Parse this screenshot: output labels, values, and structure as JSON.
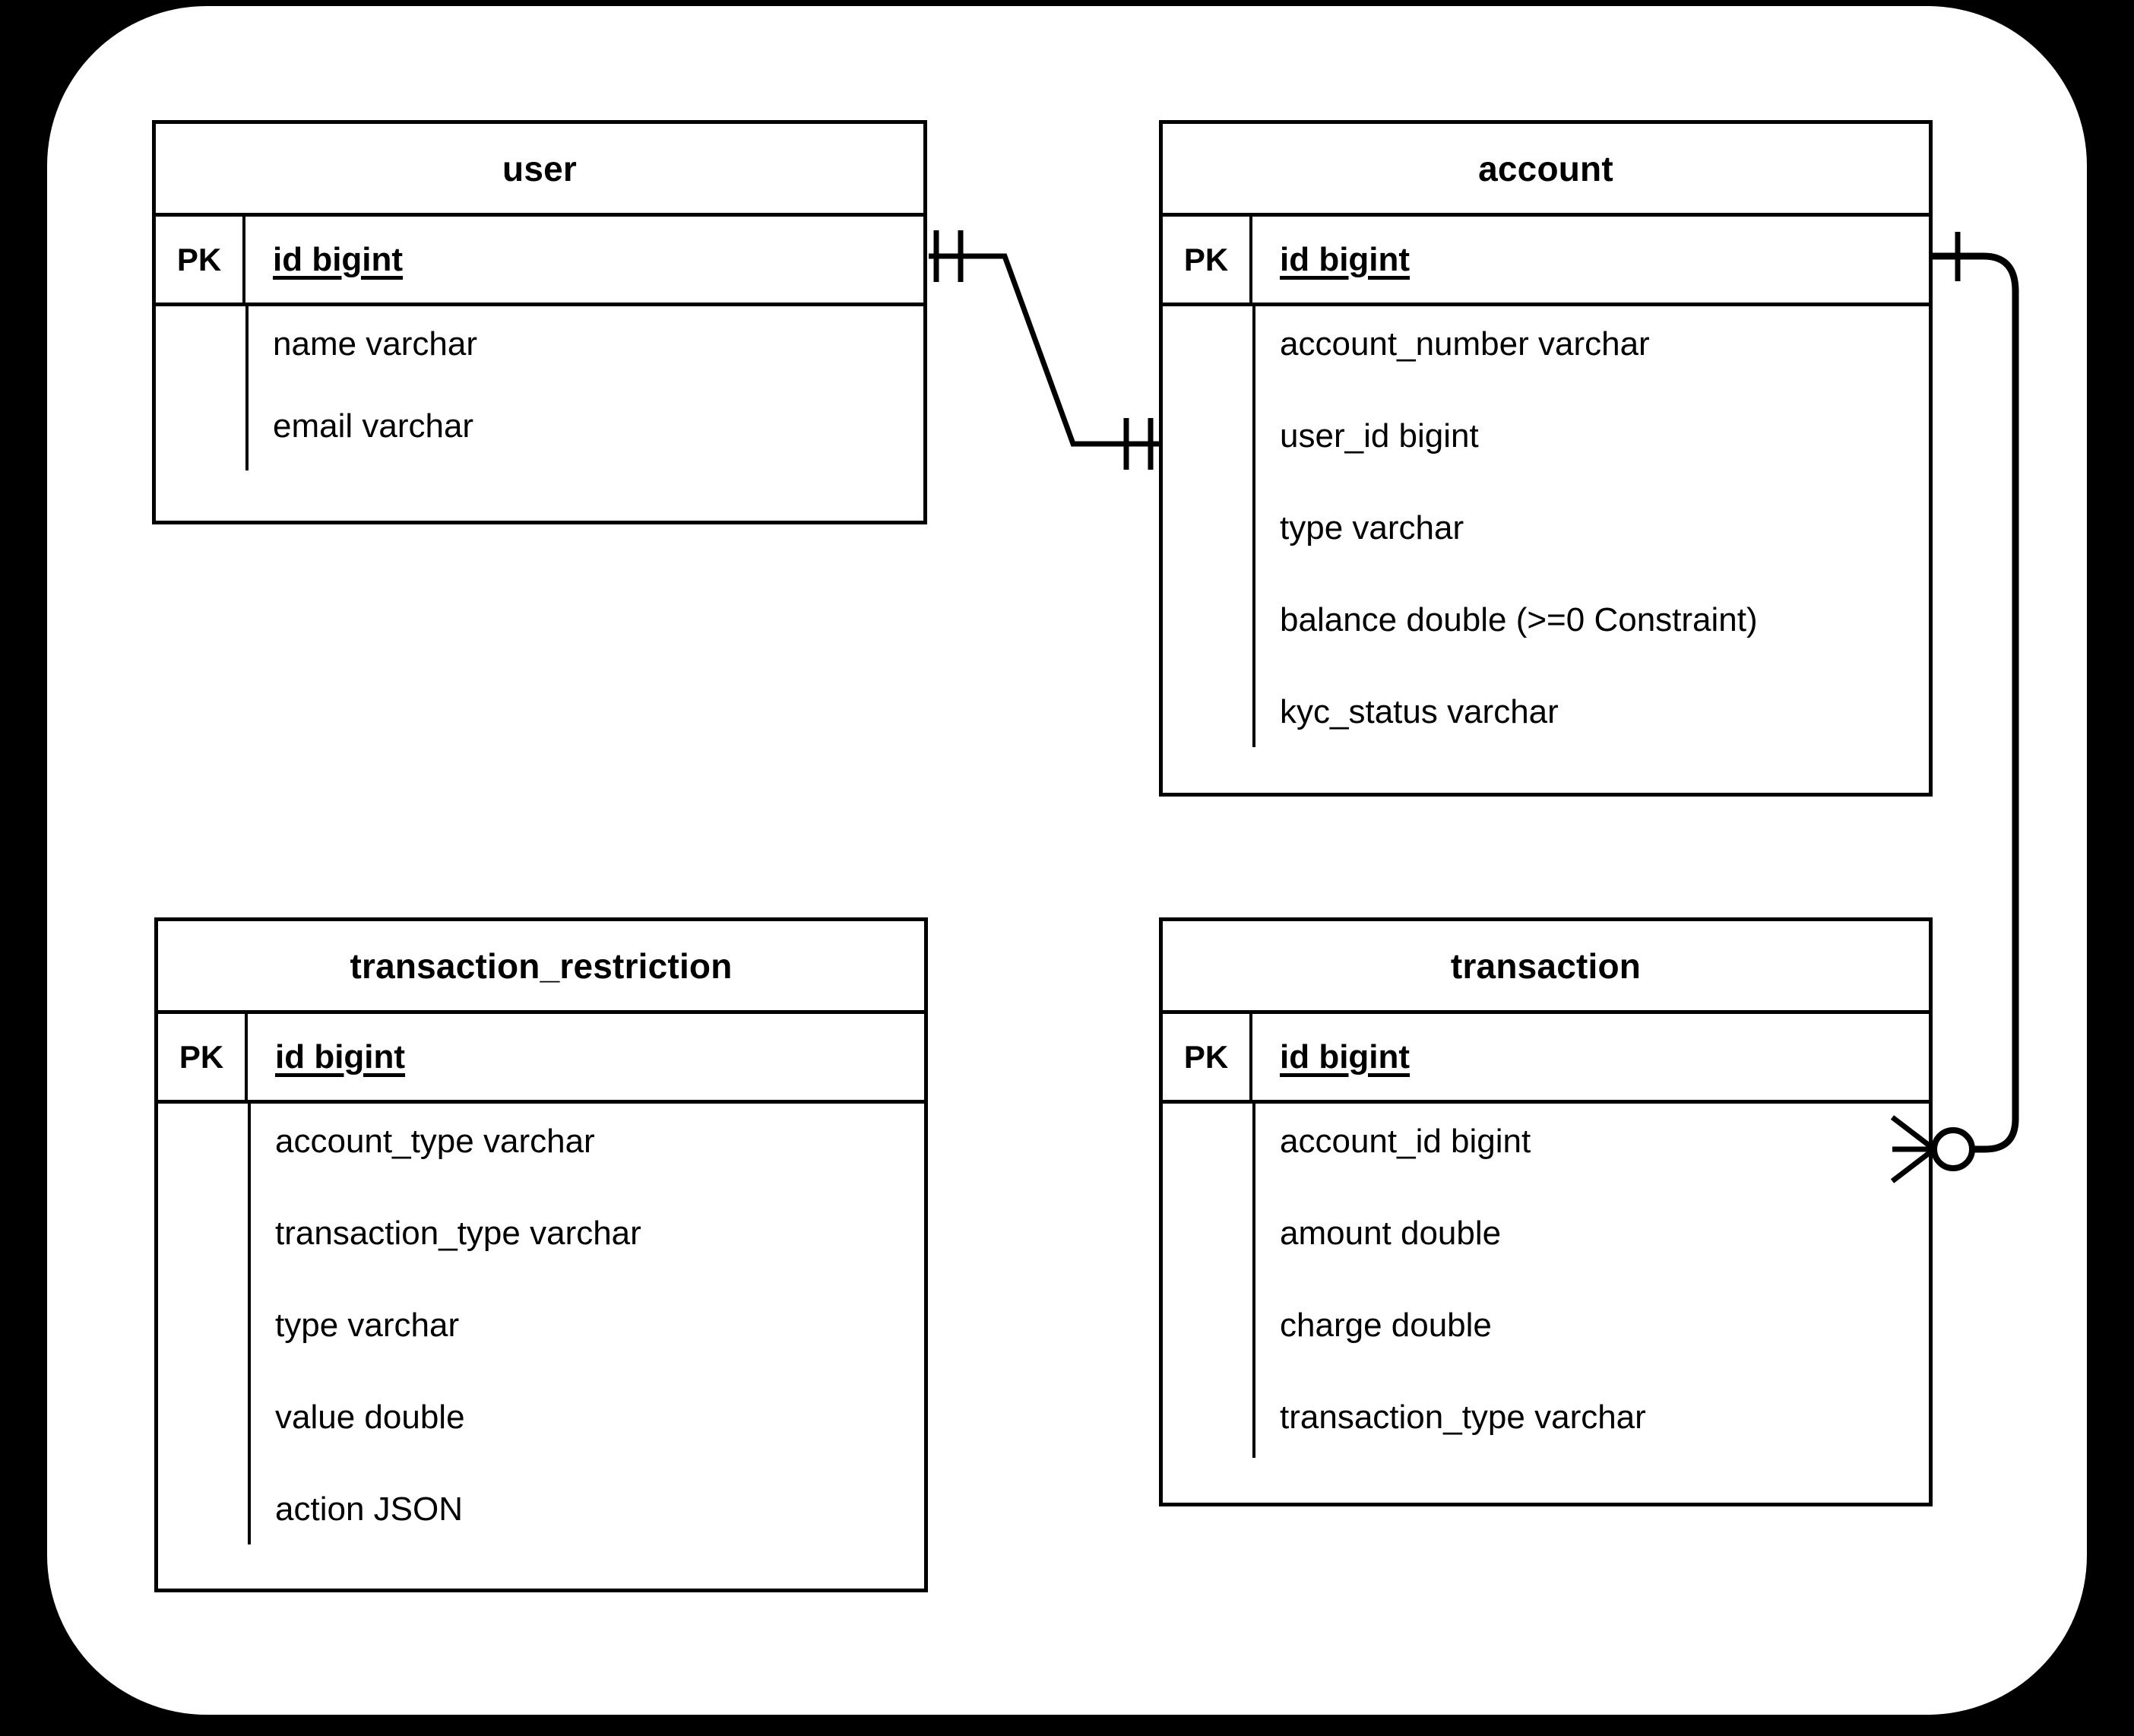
{
  "diagram": {
    "type": "entity-relationship-diagram",
    "notation": "crow's foot",
    "background_color": "#000000",
    "panel_color": "#ffffff",
    "line_color": "#000000"
  },
  "entities": [
    {
      "name": "user",
      "pk_label": "PK",
      "pk_field": "id bigint",
      "attributes": [
        "name varchar",
        "email varchar"
      ]
    },
    {
      "name": "account",
      "pk_label": "PK",
      "pk_field": "id bigint",
      "attributes": [
        "account_number varchar",
        "user_id bigint",
        "type varchar",
        "balance double (>=0 Constraint)",
        "kyc_status varchar"
      ]
    },
    {
      "name": "transaction_restriction",
      "pk_label": "PK",
      "pk_field": "id bigint",
      "attributes": [
        "account_type varchar",
        "transaction_type varchar",
        "type varchar",
        "value double",
        "action JSON"
      ]
    },
    {
      "name": "transaction",
      "pk_label": "PK",
      "pk_field": "id bigint",
      "attributes": [
        "account_id bigint",
        "amount double",
        "charge double",
        "transaction_type varchar"
      ]
    }
  ],
  "relationships": [
    {
      "from": "user",
      "from_field": "id bigint",
      "from_cardinality": "one-and-only-one",
      "to": "account",
      "to_field": "id bigint",
      "to_cardinality": "one-and-only-one",
      "route": "z-shaped"
    },
    {
      "from": "account",
      "from_field": "id bigint",
      "from_cardinality": "exactly-one",
      "to": "transaction",
      "to_field": "account_id bigint",
      "to_cardinality": "zero-or-many",
      "route": "right-loop"
    }
  ]
}
